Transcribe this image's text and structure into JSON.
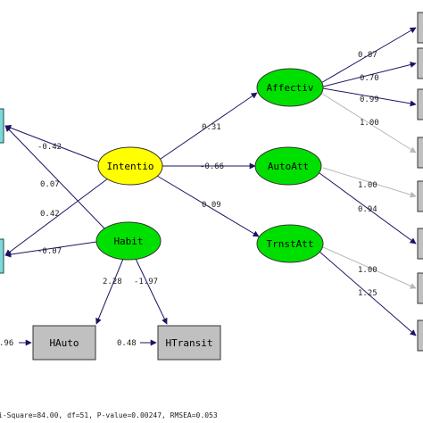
{
  "colors": {
    "latent_factor": "#00e000",
    "intention": "#ffff00",
    "observed_box": "#c0c0c0",
    "left_box": "#7fd8d8",
    "path_dark": "#1b1464",
    "path_light": "#b8b8b8"
  },
  "nodes": {
    "intention": "Intentio",
    "habit": "Habit",
    "affective": "Affectiv",
    "autoatt": "AutoAtt",
    "trnstatt": "TrnstAtt",
    "hauto": "HAuto",
    "htransit": "HTransit"
  },
  "paths": {
    "intention_to_top_left": "-0.42",
    "habit_to_top_left": "0.07",
    "intention_to_bottom_left": "0.42",
    "habit_to_bottom_left": "-0.07",
    "intention_to_affective": "0.31",
    "intention_to_autoatt": "-0.66",
    "intention_to_trnstatt": "0.09",
    "habit_to_hauto": "2.28",
    "habit_to_htransit": "-1.97",
    "affective_1": "0.87",
    "affective_2": "0.70",
    "affective_3": "0.99",
    "affective_4": "1.00",
    "autoatt_1": "1.00",
    "autoatt_2": "0.94",
    "trnstatt_1": "1.00",
    "trnstatt_2": "1.25"
  },
  "errors": {
    "hauto": ".96",
    "htransit": "0.48"
  },
  "footer": "i-Square=84.00, df=51, P-value=0.00247, RMSEA=0.053"
}
